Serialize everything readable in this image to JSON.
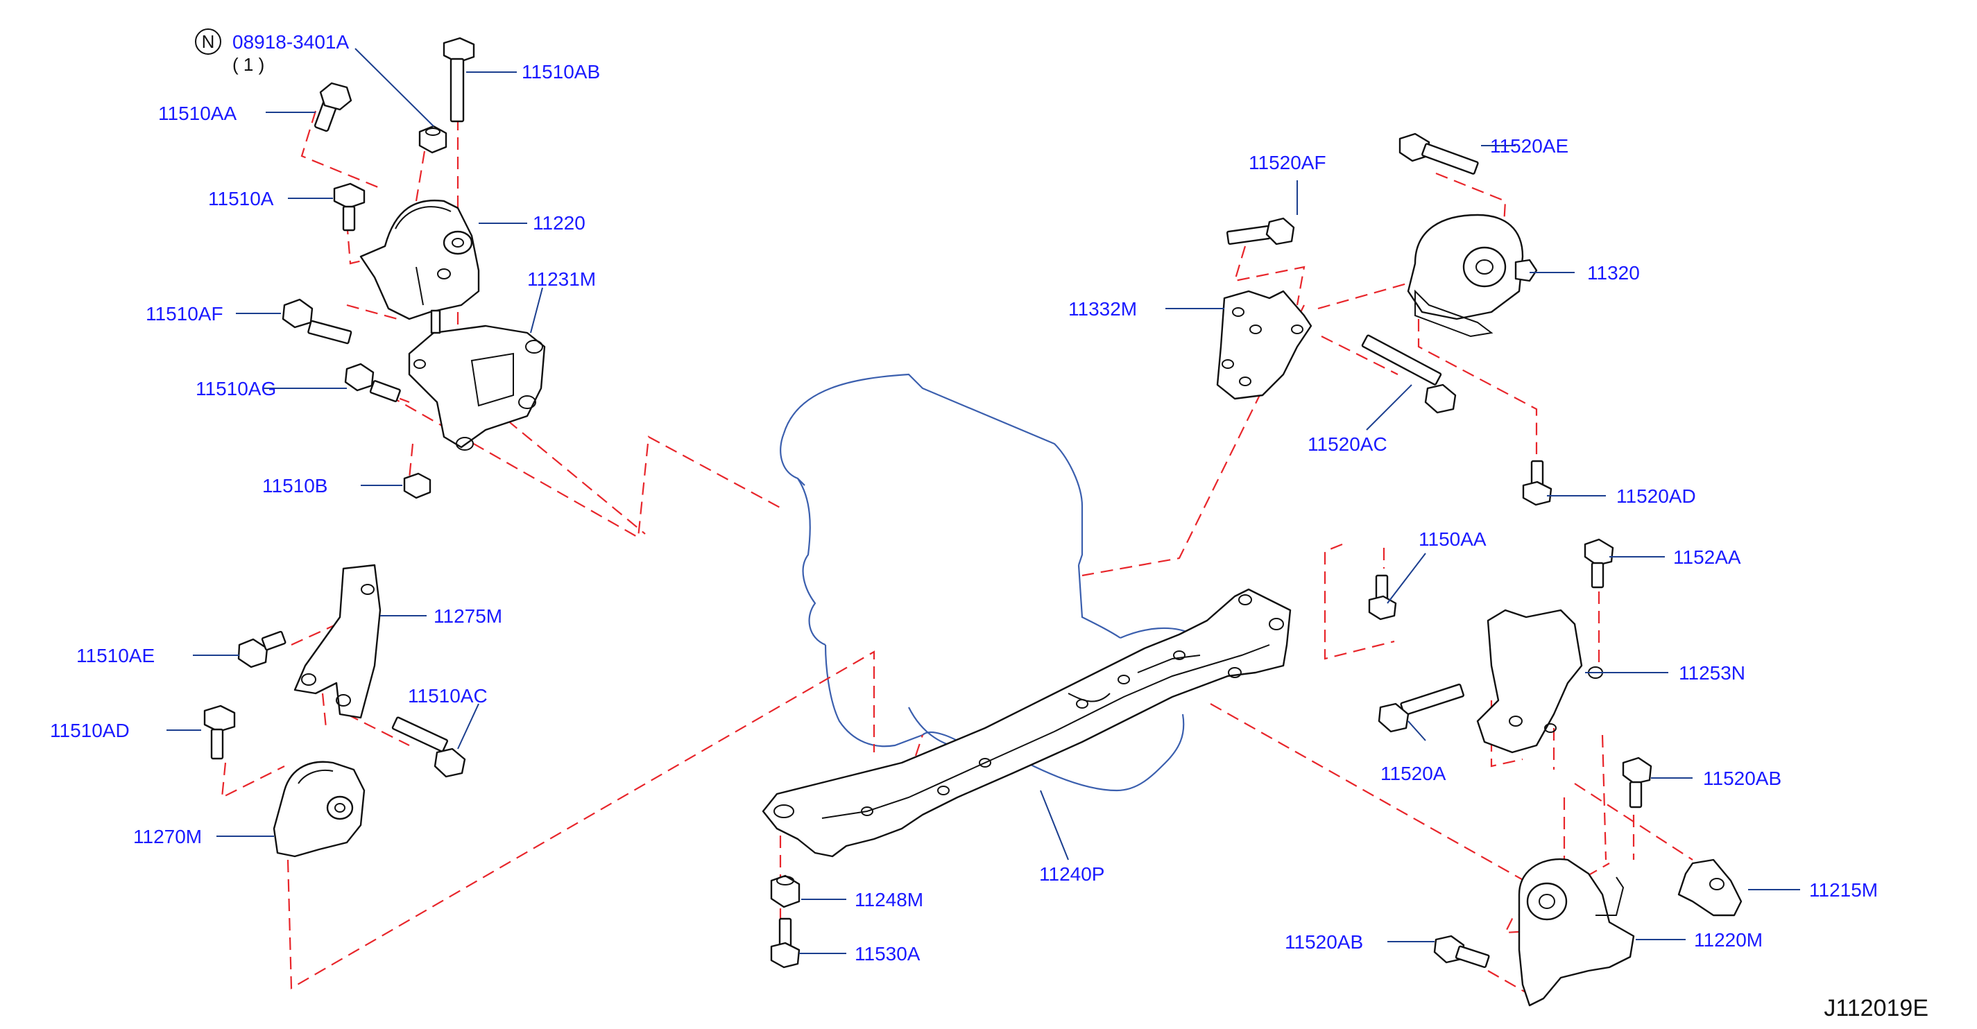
{
  "diagram_code": "J112019E",
  "note": {
    "symbol": "N",
    "part": "08918-3401A",
    "qty": "( 1 )"
  },
  "labels": {
    "p11510AA": "11510AA",
    "p11510AB": "11510AB",
    "p11510A": "11510A",
    "p11220": "11220",
    "p11231M": "11231M",
    "p11510AF": "11510AF",
    "p11510AG": "11510AG",
    "p11510B": "11510B",
    "p11520AF": "11520AF",
    "p11520AE": "11520AE",
    "p11320": "11320",
    "p11332M": "11332M",
    "p11520AC": "11520AC",
    "p11520AD": "11520AD",
    "p11275M": "11275M",
    "p11510AE": "11510AE",
    "p11510AC": "11510AC",
    "p11510AD": "11510AD",
    "p11270M": "11270M",
    "p1150AA_partial": "1150AA",
    "p1152AA_partial": "1152AA",
    "p11253N": "11253N",
    "p11520A": "11520A",
    "p11520AB_upper": "11520AB",
    "p11215M": "11215M",
    "p11220M": "11220M",
    "p11520AB_lower": "11520AB",
    "p11240P": "11240P",
    "p11248M": "11248M",
    "p11530A": "11530A"
  }
}
